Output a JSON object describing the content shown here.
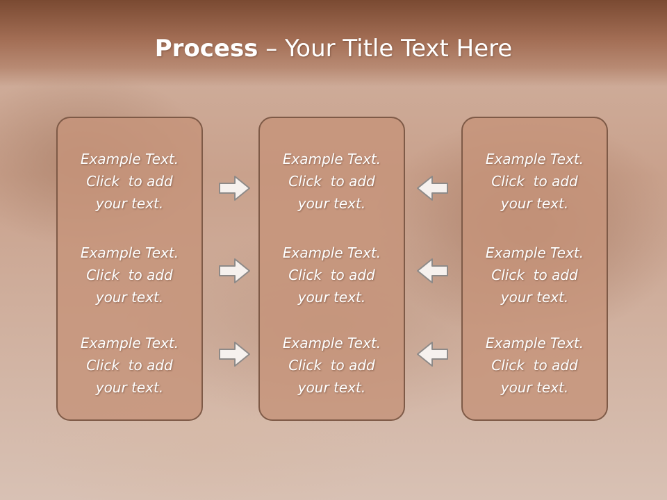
{
  "slide": {
    "title_bold": "Process",
    "title_rest": " – Your Title Text Here"
  },
  "columns": [
    {
      "items": [
        {
          "line1": "Example Text.",
          "line2": "Click  to add",
          "line3": "your text."
        },
        {
          "line1": "Example Text.",
          "line2": "Click  to add",
          "line3": "your text."
        },
        {
          "line1": "Example Text.",
          "line2": "Click  to add",
          "line3": "your text."
        }
      ]
    },
    {
      "items": [
        {
          "line1": "Example Text.",
          "line2": "Click  to add",
          "line3": "your text."
        },
        {
          "line1": "Example Text.",
          "line2": "Click  to add",
          "line3": "your text."
        },
        {
          "line1": "Example Text.",
          "line2": "Click  to add",
          "line3": "your text."
        }
      ]
    },
    {
      "items": [
        {
          "line1": "Example Text.",
          "line2": "Click  to add",
          "line3": "your text."
        },
        {
          "line1": "Example Text.",
          "line2": "Click  to add",
          "line3": "your text."
        },
        {
          "line1": "Example Text.",
          "line2": "Click  to add",
          "line3": "your text."
        }
      ]
    }
  ],
  "arrows": {
    "left_group": "arrow-right-icon",
    "right_group": "arrow-left-icon"
  }
}
